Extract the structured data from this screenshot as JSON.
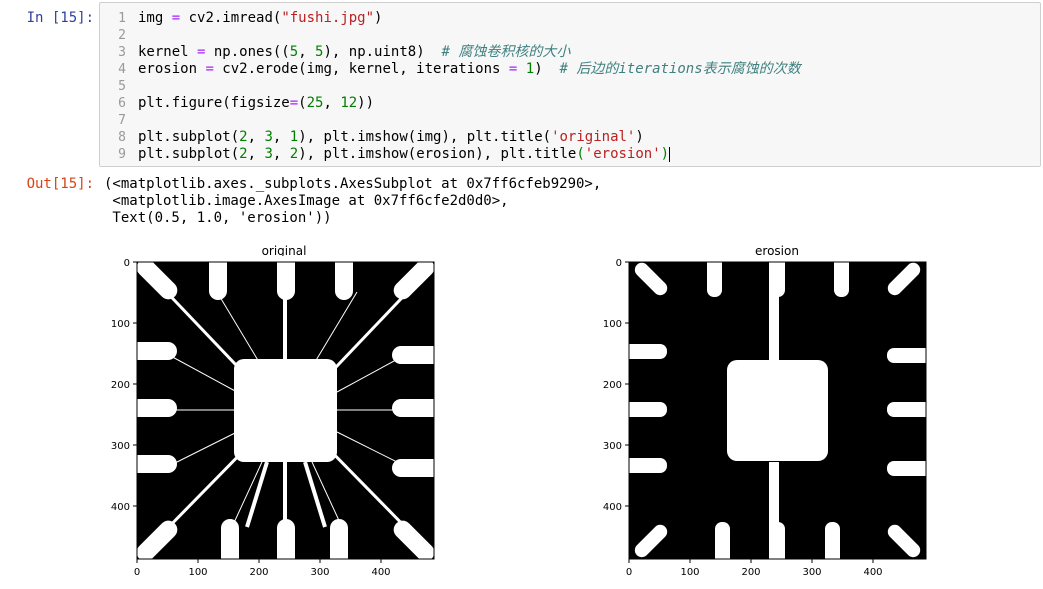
{
  "input_prompt": "In [15]:",
  "output_prompt": "Out[15]:",
  "line_numbers": [
    "1",
    "2",
    "3",
    "4",
    "5",
    "6",
    "7",
    "8",
    "9"
  ],
  "code": {
    "l1_a": "img ",
    "l1_eq": "=",
    "l1_b": " cv2.imread(",
    "l1_s": "\"fushi.jpg\"",
    "l1_c": ")",
    "l3_a": "kernel ",
    "l3_eq": "=",
    "l3_b": " np.ones((",
    "l3_n1": "5",
    "l3_c1": ", ",
    "l3_n2": "5",
    "l3_d": "), np.uint8)  ",
    "l3_cm": "# 腐蚀卷积核的大小",
    "l4_a": "erosion ",
    "l4_eq": "=",
    "l4_b": " cv2.erode(img, kernel, iterations ",
    "l4_eq2": "=",
    "l4_sp": " ",
    "l4_n": "1",
    "l4_c": ")  ",
    "l4_cm": "# 后边的iterations表示腐蚀的次数",
    "l6_a": "plt.figure(figsize",
    "l6_eq": "=",
    "l6_b": "(",
    "l6_n1": "25",
    "l6_c": ", ",
    "l6_n2": "12",
    "l6_d": "))",
    "l8_a": "plt.subplot(",
    "l8_n1": "2",
    "l8_c1": ", ",
    "l8_n2": "3",
    "l8_c2": ", ",
    "l8_n3": "1",
    "l8_b": "), plt.imshow(img), plt.title(",
    "l8_s": "'original'",
    "l8_d": ")",
    "l9_a": "plt.subplot(",
    "l9_n1": "2",
    "l9_c1": ", ",
    "l9_n2": "3",
    "l9_c2": ", ",
    "l9_n3": "2",
    "l9_b": "), plt.imshow(erosion), plt.title",
    "l9_p": "(",
    "l9_s": "'erosion'",
    "l9_d": ")"
  },
  "output_lines": [
    "(<matplotlib.axes._subplots.AxesSubplot at 0x7ff6cfeb9290>,",
    " <matplotlib.image.AxesImage at 0x7ff6cfe2d0d0>,",
    " Text(0.5, 1.0, 'erosion'))"
  ],
  "chart_data": [
    {
      "type": "image",
      "title": "original",
      "xticks": [
        0,
        100,
        200,
        300,
        400
      ],
      "yticks": [
        0,
        100,
        200,
        300,
        400
      ],
      "xlim": [
        0,
        487
      ],
      "ylim": [
        0,
        487
      ]
    },
    {
      "type": "image",
      "title": "erosion",
      "xticks": [
        0,
        100,
        200,
        300,
        400
      ],
      "yticks": [
        0,
        100,
        200,
        300,
        400
      ],
      "xlim": [
        0,
        487
      ],
      "ylim": [
        0,
        487
      ]
    }
  ]
}
